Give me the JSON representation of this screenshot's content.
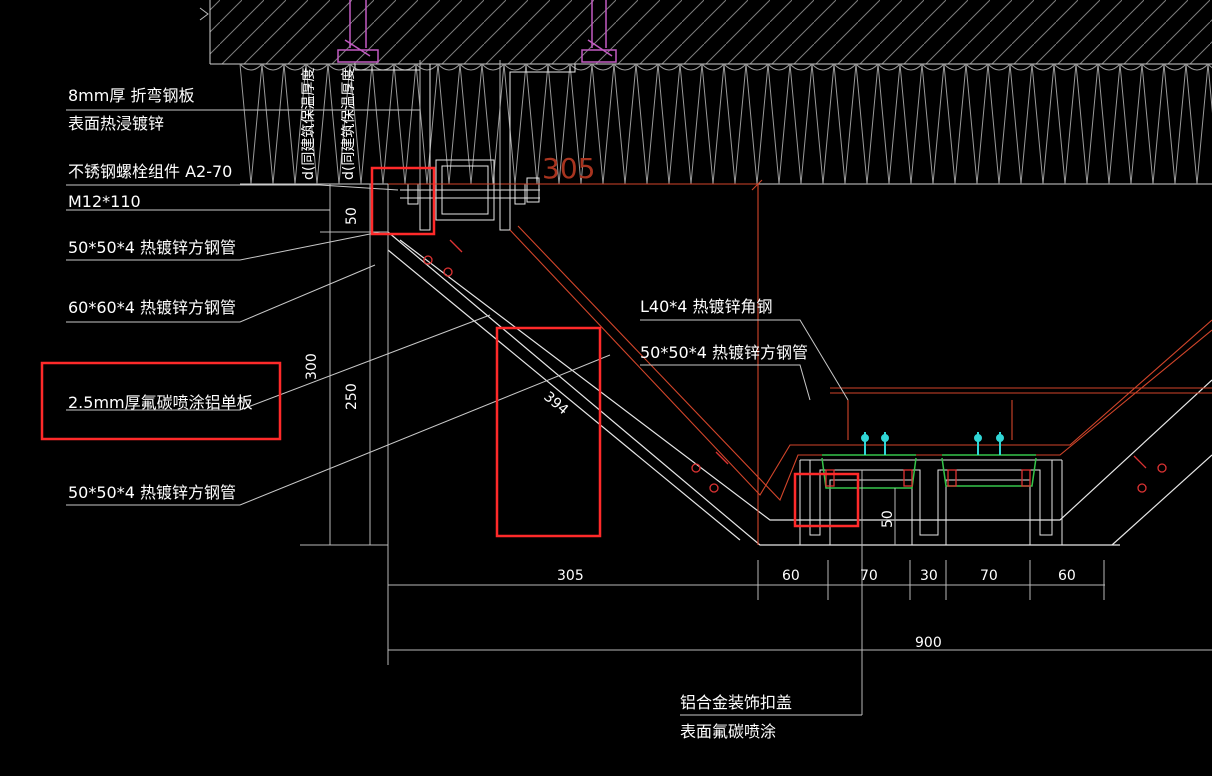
{
  "labels": {
    "plate_8mm": "8mm厚 折弯钢板",
    "galv_hot": "表面热浸镀锌",
    "bolt_assembly": "不锈钢螺栓组件 A2-70",
    "bolt_size": "M12*110",
    "tube_50_top": "50*50*4 热镀锌方钢管",
    "tube_60": "60*60*4 热镀锌方钢管",
    "alu_panel": "2.5mm厚氟碳喷涂铝单板",
    "tube_50_bottom": "50*50*4 热镀锌方钢管",
    "angle_steel": "L40*4 热镀锌角钢",
    "tube_50_right": "50*50*4 热镀锌方钢管",
    "alu_cover": "铝合金装饰扣盖",
    "fluoro_coat": "表面氟碳喷涂",
    "insulation_a": "d(同建筑保温厚度",
    "insulation_b": "d(同建筑保温厚度"
  },
  "dimensions": {
    "d305_top": "305",
    "d50_left": "50",
    "d300": "300",
    "d250": "250",
    "d394": "394",
    "d305_bottom": "305",
    "d60_a": "60",
    "d70_a": "70",
    "d30": "30",
    "d70_b": "70",
    "d60_b": "60",
    "d50_mid": "50",
    "d900": "900"
  },
  "colors": {
    "background": "#000000",
    "text": "#ffffff",
    "line_white": "#e6e6e6",
    "line_red": "#d2452a",
    "dim_line": "#b9b9b9",
    "hatch": "#8c8c8c",
    "magenta": "#c25bc2",
    "highlight_box": "#ff2a2a",
    "cyan": "#30d6d6",
    "green": "#35c44a"
  }
}
